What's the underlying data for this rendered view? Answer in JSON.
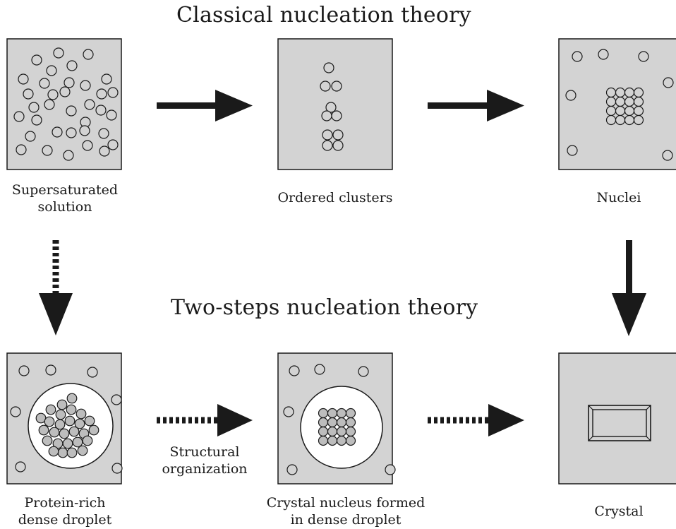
{
  "headings": {
    "classical": "Classical nucleation theory",
    "two_step": "Two-steps nucleation theory"
  },
  "captions": {
    "supersaturated": [
      "Supersaturated",
      "solution"
    ],
    "ordered_clusters": [
      "Ordered clusters"
    ],
    "nuclei": [
      "Nuclei"
    ],
    "dense_droplet": [
      "Protein-rich",
      "dense droplet"
    ],
    "structural": [
      "Structural",
      "organization"
    ],
    "crystal_nucleus": [
      "Crystal nucleus formed",
      "in dense droplet"
    ],
    "crystal": [
      "Crystal"
    ]
  },
  "colors": {
    "panel_fill": "#d3d3d3",
    "ink": "#1a1a1a",
    "droplet_fill": "#ffffff",
    "molecule_dense": "#bdbdbd"
  },
  "arrows": {
    "classical_1": "solid",
    "classical_2": "solid",
    "down_left": "dashed",
    "down_right": "solid",
    "two_step_1": "dashed",
    "two_step_2": "dashed"
  }
}
